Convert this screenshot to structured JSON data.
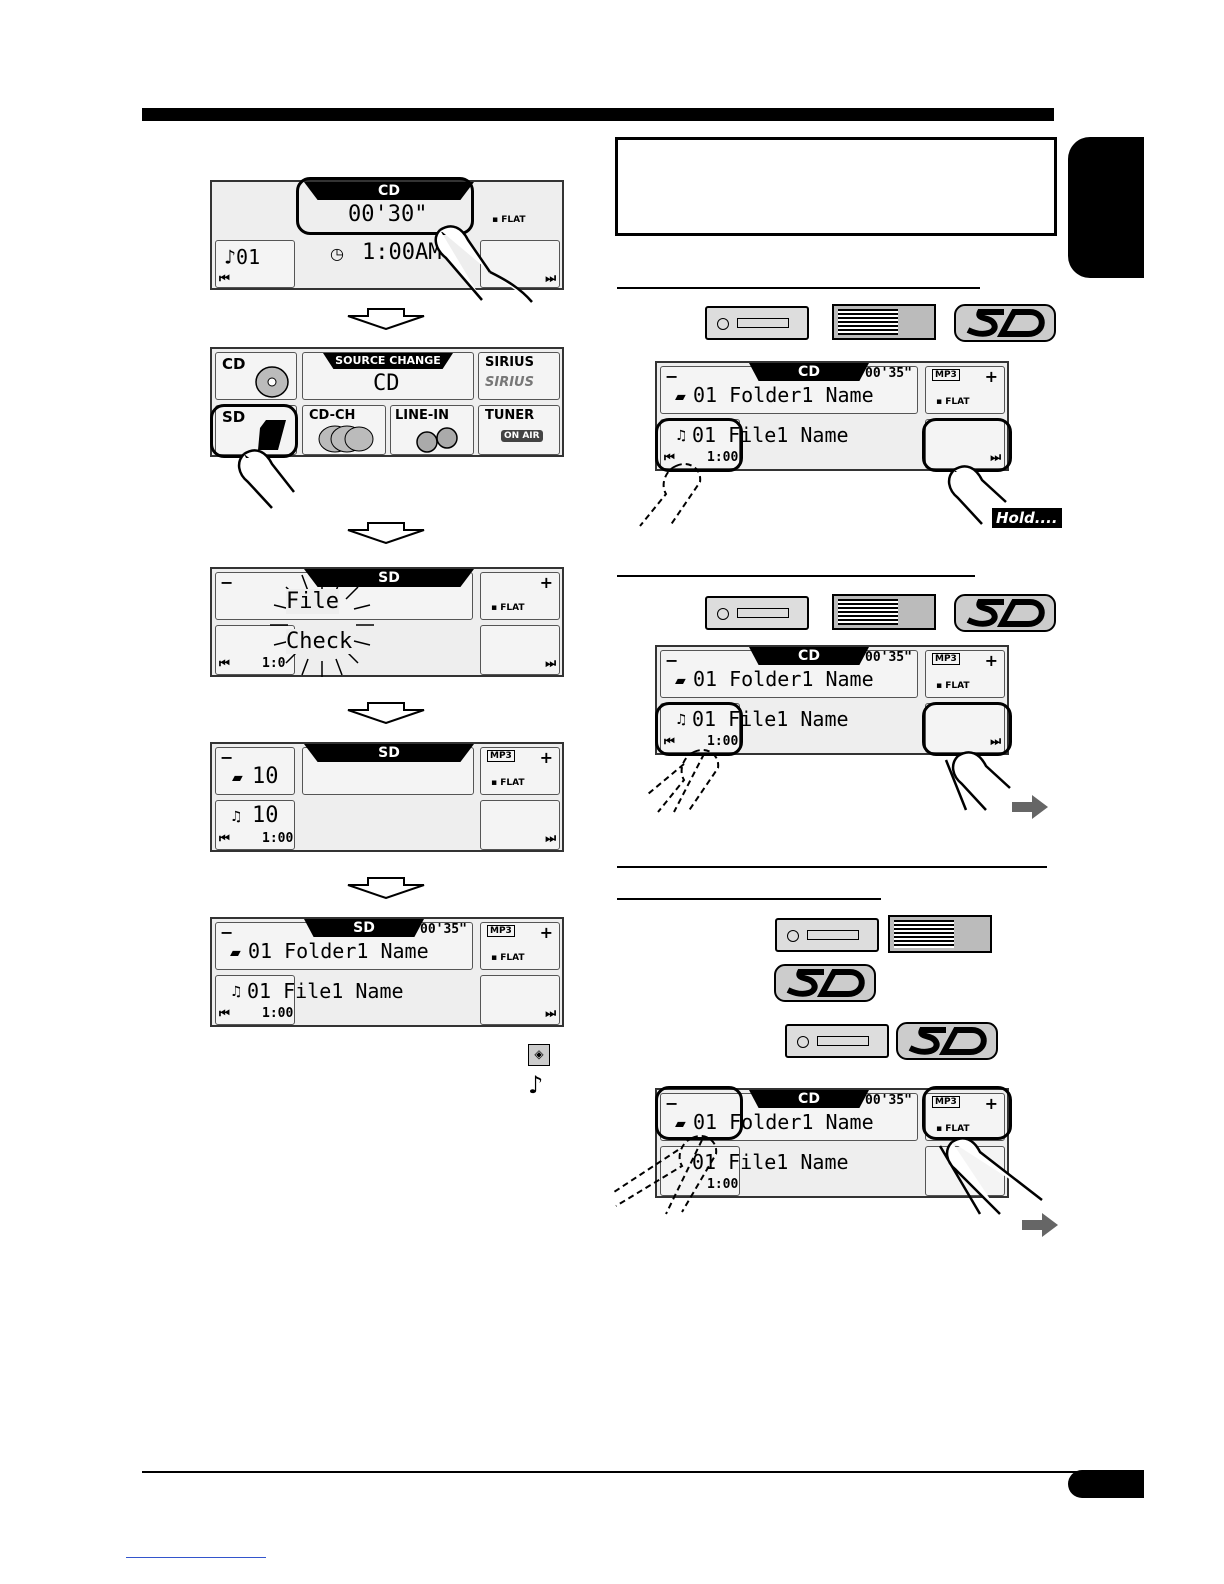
{
  "screen1": {
    "source": "CD",
    "time": "00'30\"",
    "eq": "FLAT",
    "track": "♪01",
    "clock": "1:00AM"
  },
  "screen2": {
    "header": "SOURCE CHANGE",
    "current": "CD",
    "cd": "CD",
    "sirius": "SIRIUS",
    "sirius_logo": "SIRIUS",
    "sd": "SD",
    "cdch": "CD-CH",
    "linein": "LINE-IN",
    "tuner": "TUNER",
    "onair": "ON AIR"
  },
  "screen3": {
    "source": "SD",
    "eq": "FLAT",
    "msg1": "File",
    "msg2": "Check",
    "time": "1:0"
  },
  "screen4": {
    "source": "SD",
    "folder": "10",
    "file": "10",
    "mp3": "MP3",
    "eq": "FLAT",
    "time": "1:00"
  },
  "screen5": {
    "source": "SD",
    "elapsed": "00'35\"",
    "folder": "01 Folder1 Name",
    "file": "01 File1 Name",
    "mp3": "MP3",
    "eq": "FLAT",
    "time": "1:00"
  },
  "screenR": {
    "source": "CD",
    "elapsed": "00'35\"",
    "folder": "01 Folder1 Name",
    "file": "01 File1 Name",
    "mp3": "MP3",
    "eq": "FLAT",
    "time": "1:00"
  },
  "hold_label": "Hold....",
  "minus": "−",
  "plus": "+"
}
